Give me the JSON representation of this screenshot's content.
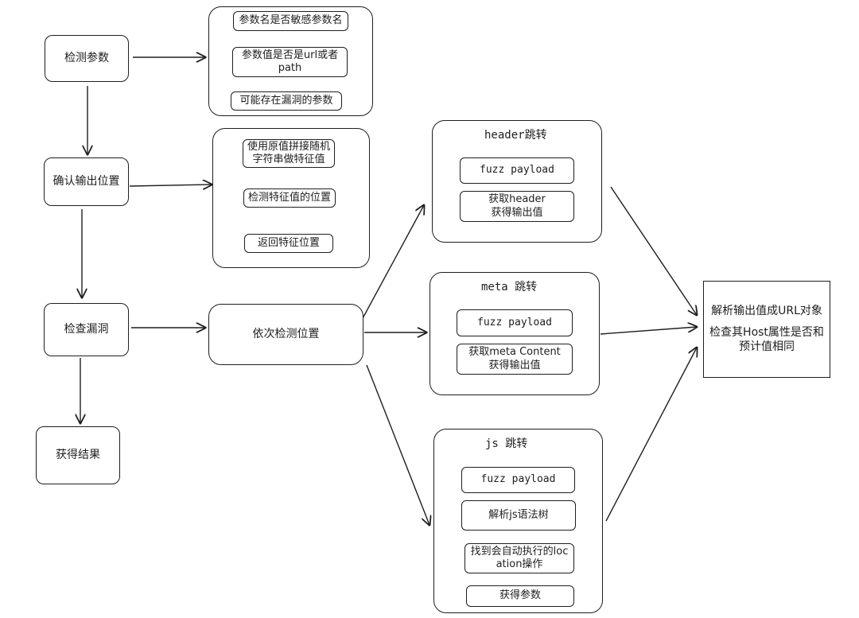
{
  "main_flow": {
    "detect_params": "检测参数",
    "confirm_output": "确认输出位置",
    "check_vuln": "检查漏洞",
    "get_result": "获得结果"
  },
  "group_params": {
    "step1": "参数名是否敏感参数名",
    "step2": "参数值是否是url或者\npath",
    "step3": "可能存在漏洞的参数"
  },
  "group_output": {
    "step1": "使用原值拼接随机\n字符串做特征值",
    "step2": "检测特征值的位置",
    "step3": "返回特征位置"
  },
  "seq_detect": "依次检测位置",
  "header_group": {
    "title": "header跳转",
    "fuzz": "fuzz payload",
    "get": "获取header\n获得输出值"
  },
  "meta_group": {
    "title": "meta 跳转",
    "fuzz": "fuzz payload",
    "get": "获取meta Content\n获得输出值"
  },
  "js_group": {
    "title": "js 跳转",
    "fuzz": "fuzz payload",
    "parse": "解析js语法树",
    "find": "找到会自动执行的loc\nation操作",
    "get": "获得参数"
  },
  "result_box": {
    "line1": "解析输出值成URL对象",
    "line2": "检查其Host属性是否和\n预计值相同"
  }
}
